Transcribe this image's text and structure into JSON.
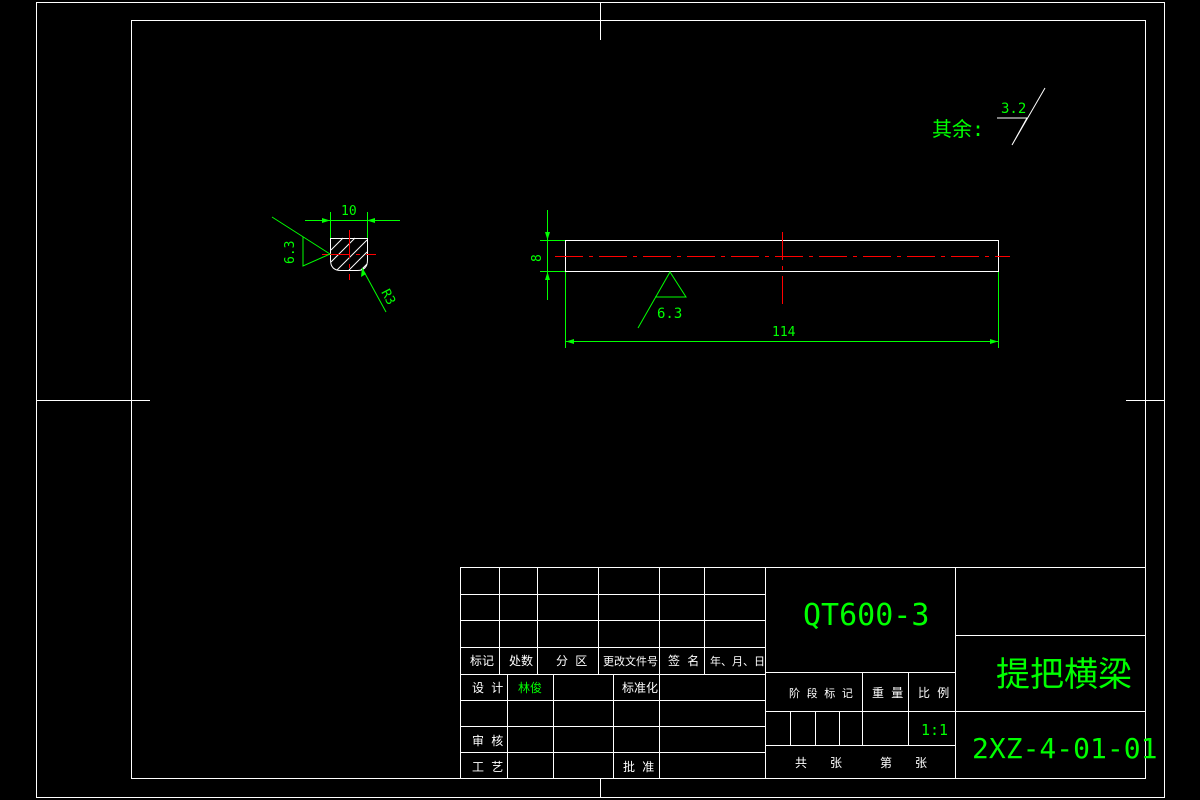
{
  "surface_finish": {
    "label": "其余:",
    "value": "3.2"
  },
  "section_view": {
    "width_dim": "10",
    "roughness": "6.3",
    "radius_dim": "R3"
  },
  "main_view": {
    "height_dim": "8",
    "length_dim": "114",
    "roughness": "6.3"
  },
  "title_block": {
    "material": "QT600-3",
    "part_name": "提把横梁",
    "drawing_number": "2XZ-4-01-01",
    "scale": "1:1",
    "designer": "林俊",
    "headers": {
      "mark": "标记",
      "count": "处数",
      "zone": "分 区",
      "change_doc": "更改文件号",
      "signature": "签 名",
      "date": "年、月、日",
      "design": "设 计",
      "standardization": "标准化",
      "stage_mark": "阶 段 标 记",
      "weight": "重 量",
      "ratio": "比 例",
      "review": "审 核",
      "process": "工 艺",
      "approve": "批 准",
      "total": "共",
      "sheets_1": "张",
      "sheet_no": "第",
      "sheets_2": "张"
    }
  },
  "colors": {
    "frame": "#ffffff",
    "dimension": "#00ff00",
    "centerline": "#ff0000",
    "background": "#000000"
  }
}
